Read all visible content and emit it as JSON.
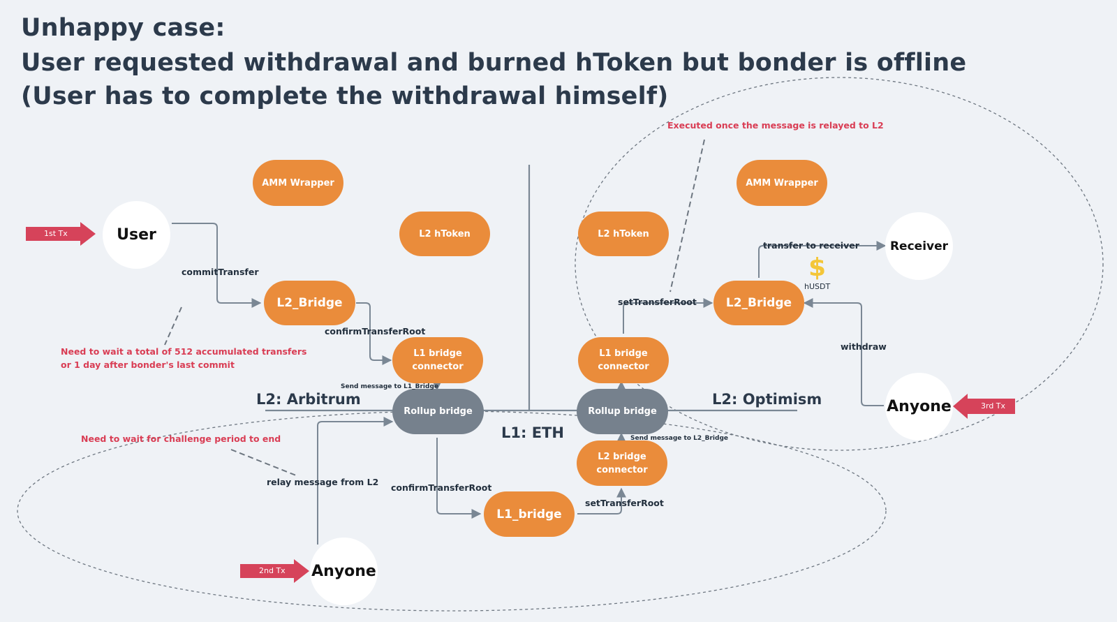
{
  "title": {
    "line1": "Unhappy case:",
    "line2": "User requested withdrawal and burned hToken but bonder is offline",
    "line3": "(User has to complete the withdrawal himself)"
  },
  "regions": {
    "arbitrum": "L2: Arbitrum",
    "optimism": "L2: Optimism",
    "eth": "L1: ETH"
  },
  "nodes": {
    "amm_left": "AMM Wrapper",
    "amm_right": "AMM Wrapper",
    "htoken_left": "L2 hToken",
    "htoken_right": "L2 hToken",
    "l2_bridge_left": "L2_Bridge",
    "l2_bridge_right": "L2_Bridge",
    "l1_connector_left": "L1 bridge connector",
    "l1_connector_right": "L1 bridge connector",
    "rollup_left": "Rollup bridge",
    "rollup_right": "Rollup bridge",
    "l2_connector": "L2 bridge connector",
    "l1_bridge": "L1_bridge",
    "user": "User",
    "receiver": "Receiver",
    "anyone_bottom": "Anyone",
    "anyone_right": "Anyone"
  },
  "edges": {
    "commit_transfer": "commitTransfer",
    "confirm_root_top": "confirmTransferRoot",
    "send_msg_l1": "Send message to L1_Bridge",
    "confirm_root_bottom": "confirmTransferRoot",
    "set_root_bottom": "setTransferRoot",
    "send_msg_l2": "Send message to L2_Bridge",
    "set_root_top": "setTransferRoot",
    "transfer_receiver": "transfer to receiver",
    "withdraw": "withdraw",
    "relay_message": "relay message from L2"
  },
  "notes": {
    "wait_transfers_1": "Need to wait a total of 512 accumulated transfers",
    "wait_transfers_2": "or 1 day after bonder's last commit",
    "challenge": "Need to wait for challenge period to end",
    "executed": "Executed once the message is relayed to L2"
  },
  "tx": {
    "first": "1st Tx",
    "second": "2nd Tx",
    "third": "3rd Tx"
  },
  "token": {
    "symbol": "$",
    "name": "hUSDT"
  },
  "colors": {
    "orange": "#ea8c3b",
    "gray": "#76818d",
    "red_note": "#d93d54",
    "arrow_red": "#d6435a",
    "line": "#7a8794",
    "background": "#eff2f6",
    "dollar": "#f4c638"
  }
}
